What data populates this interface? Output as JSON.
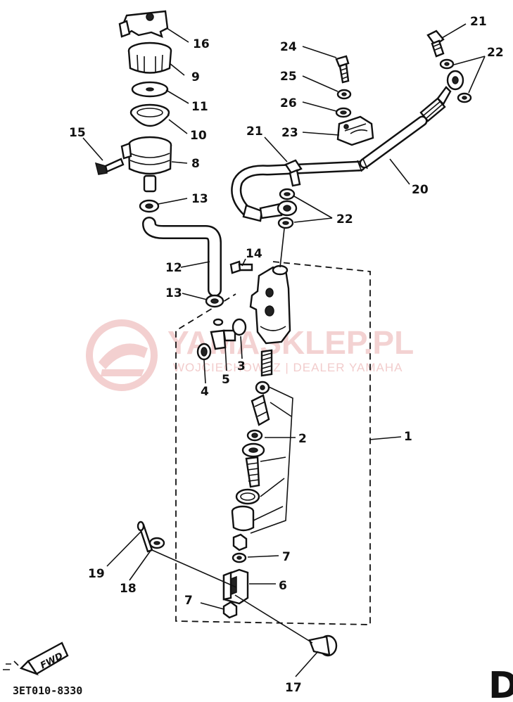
{
  "watermark": {
    "brand": "YAMASKLEP.PL",
    "tagline": "WOJCIECHOWSZ | DEALER YAMAHA"
  },
  "callouts": {
    "c1": "1",
    "c2": "2",
    "c3": "3",
    "c4": "4",
    "c5": "5",
    "c6": "6",
    "c7a": "7",
    "c7b": "7",
    "c8": "8",
    "c9": "9",
    "c10": "10",
    "c11": "11",
    "c12": "12",
    "c13a": "13",
    "c13b": "13",
    "c14": "14",
    "c15": "15",
    "c16": "16",
    "c17": "17",
    "c18": "18",
    "c19": "19",
    "c20": "20",
    "c21a": "21",
    "c21b": "21",
    "c22a": "22",
    "c22b": "22",
    "c23": "23",
    "c24": "24",
    "c25": "25",
    "c26": "26"
  },
  "fwd_label": "FWD",
  "diagram_code": "3ET010-8330",
  "section_letter": "D"
}
